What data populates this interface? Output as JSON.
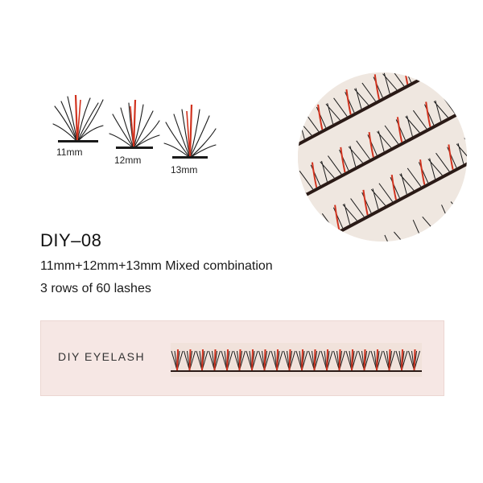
{
  "lash_samples": [
    {
      "label": "11mm"
    },
    {
      "label": "12mm"
    },
    {
      "label": "13mm"
    }
  ],
  "product": {
    "code": "DIY–08",
    "spec_lengths": "11mm+12mm+13mm  Mixed combination",
    "spec_count": "3 rows of 60 lashes"
  },
  "package": {
    "label": "DIY EYELASH"
  },
  "colors": {
    "lash_black": "#1a1a1a",
    "lash_red": "#d1331f",
    "box_pink": "#f6e7e4",
    "photo_bg": "#efe7e0"
  }
}
